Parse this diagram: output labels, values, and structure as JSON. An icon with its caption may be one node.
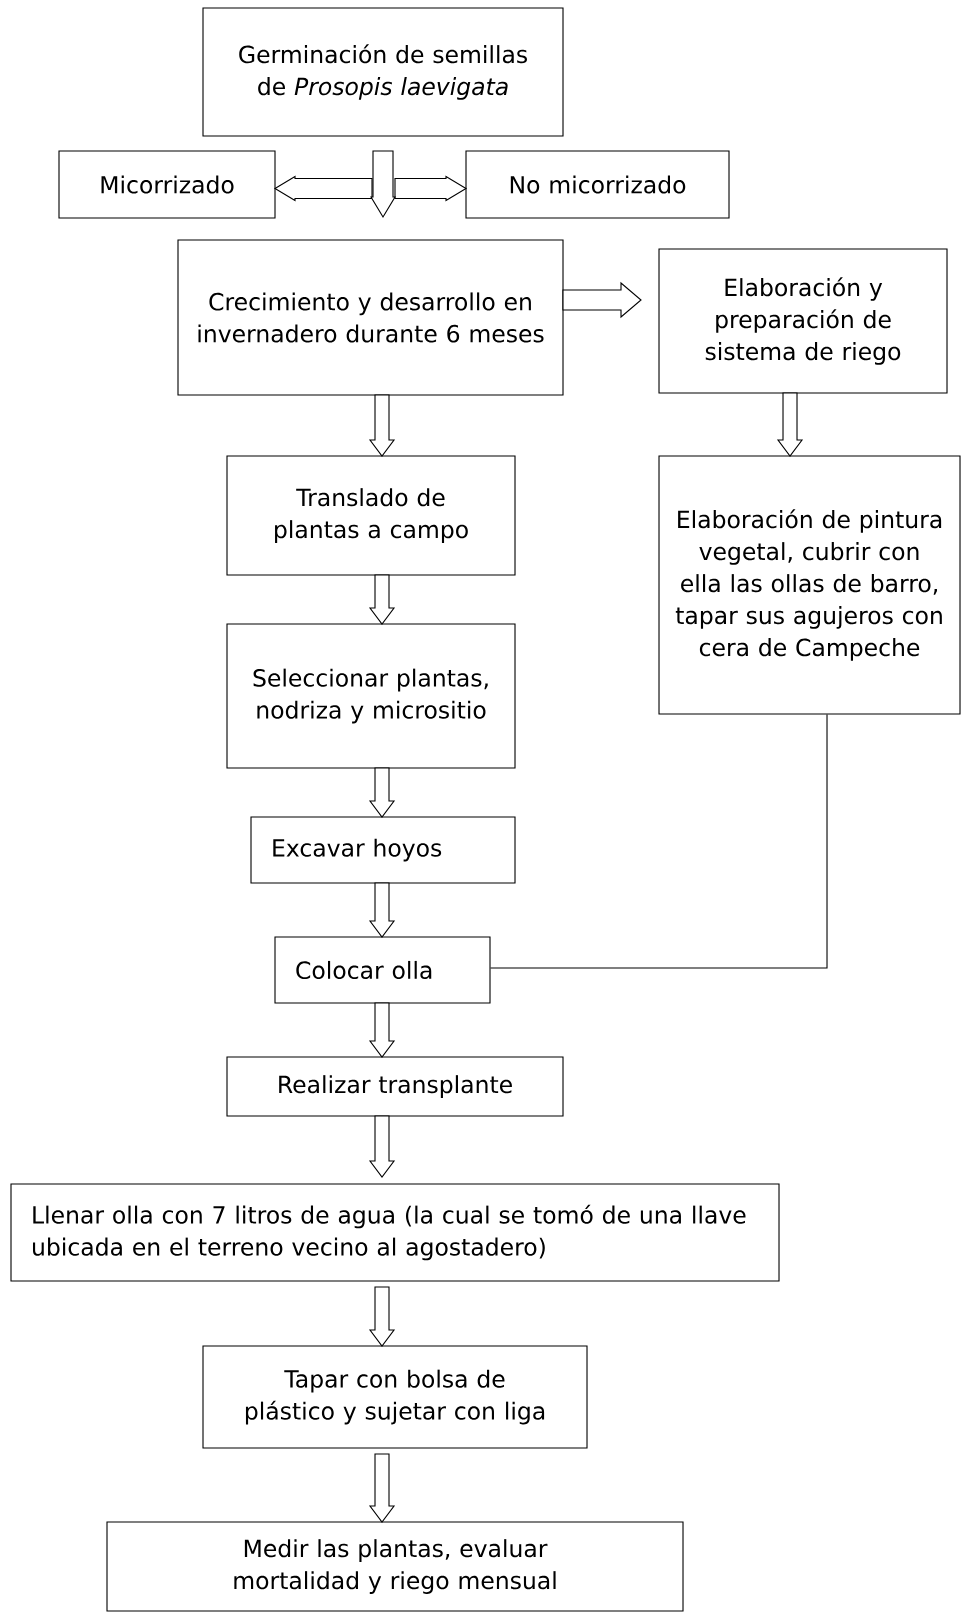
{
  "diagram": {
    "nodes": [
      {
        "text": [
          "Germinación de semillas de *Prosopis laevigata*"
        ]
      },
      {
        "text": [
          "Micorrizado"
        ]
      },
      {
        "text": [
          "No micorrizado"
        ]
      },
      {
        "text": [
          "Crecimiento y desarrollo en invernadero durante 6 meses"
        ]
      },
      {
        "text": [
          "Elaboración y preparación de sistema de riego"
        ]
      },
      {
        "text": [
          "Translado de plantas a campo"
        ]
      },
      {
        "text": [
          "Elaboración de pintura vegetal, cubrir con ella las ollas de barro, tapar sus agujeros con cera de Campeche"
        ]
      },
      {
        "text": [
          "Seleccionar plantas, nodriza y micrositio"
        ]
      },
      {
        "text": [
          "Excavar hoyos"
        ]
      },
      {
        "text": [
          "Colocar olla"
        ]
      },
      {
        "text": [
          "Realizar transplante"
        ]
      },
      {
        "text": [
          "Llenar olla con 7 litros de agua (la cual se tomó de una llave ubicada en el terreno vecino al agostadero)"
        ]
      },
      {
        "text": [
          "Tapar con bolsa de plástico y sujetar con liga"
        ]
      },
      {
        "text": [
          "Medir las plantas, evaluar mortalidad y riego mensual"
        ]
      }
    ],
    "edges": [
      {
        "from": 0,
        "to": 1,
        "arrow": "to"
      },
      {
        "from": 0,
        "to": 2,
        "arrow": "to"
      },
      {
        "from": 0,
        "to": 3,
        "arrow": "to"
      },
      {
        "from": 3,
        "to": 4,
        "arrow": "to"
      },
      {
        "from": 3,
        "to": 5,
        "arrow": "to"
      },
      {
        "from": 4,
        "to": 6,
        "arrow": "to"
      },
      {
        "from": 5,
        "to": 7,
        "arrow": "to"
      },
      {
        "from": 7,
        "to": 8,
        "arrow": "to"
      },
      {
        "from": 8,
        "to": 9,
        "arrow": "to"
      },
      {
        "from": 6,
        "to": 9,
        "arrow": "none"
      },
      {
        "from": 9,
        "to": 10,
        "arrow": "to"
      },
      {
        "from": 10,
        "to": 11,
        "arrow": "to"
      },
      {
        "from": 11,
        "to": 12,
        "arrow": "to"
      },
      {
        "from": 12,
        "to": 13,
        "arrow": "to"
      }
    ]
  }
}
